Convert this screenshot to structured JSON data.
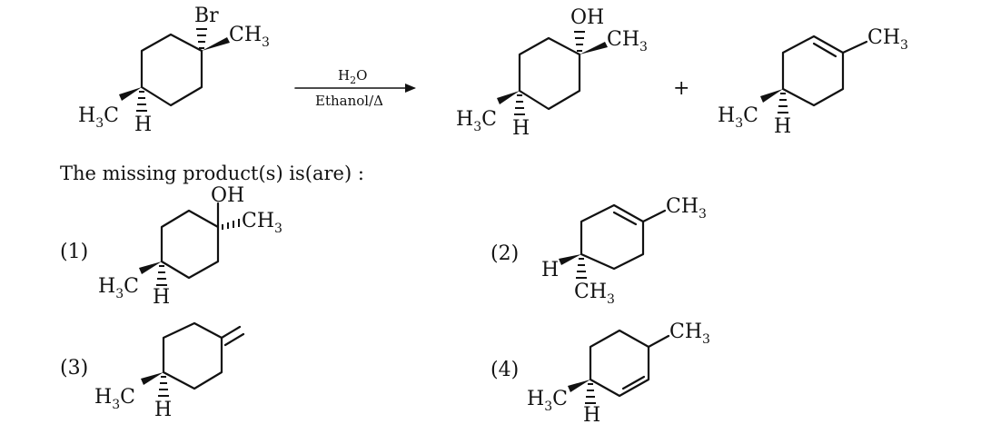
{
  "reaction": {
    "reactant_labels": {
      "top": "Br",
      "methyl": "CH",
      "methyl_sub": "3",
      "left_methyl_a": "H",
      "left_methyl_sub": "3",
      "left_methyl_b": "C",
      "hydrogen": "H"
    },
    "reagent_top": "H",
    "reagent_top_sub": "2",
    "reagent_top_end": "O",
    "reagent_bottom": "Ethanol/Δ",
    "plus": "+",
    "product1_labels": {
      "top": "OH",
      "methyl": "CH",
      "methyl_sub": "3",
      "left_methyl_a": "H",
      "left_methyl_sub": "3",
      "left_methyl_b": "C",
      "hydrogen": "H"
    },
    "product2_labels": {
      "methyl": "CH",
      "methyl_sub": "3",
      "left_methyl_a": "H",
      "left_methyl_sub": "3",
      "left_methyl_b": "C",
      "hydrogen": "H"
    }
  },
  "question": "The missing product(s) is(are) :",
  "options": [
    {
      "number": "(1)",
      "top": "OH",
      "methyl": "CH",
      "methyl_sub": "3",
      "left_methyl_a": "H",
      "left_methyl_sub": "3",
      "left_methyl_b": "C",
      "hydrogen": "H"
    },
    {
      "number": "(2)",
      "methyl": "CH",
      "methyl_sub": "3",
      "left_h": "H",
      "bottom_methyl": "CH",
      "bottom_methyl_sub": "3"
    },
    {
      "number": "(3)",
      "left_methyl_a": "H",
      "left_methyl_sub": "3",
      "left_methyl_b": "C",
      "hydrogen": "H"
    },
    {
      "number": "(4)",
      "methyl": "CH",
      "methyl_sub": "3",
      "left_methyl_a": "H",
      "left_methyl_sub": "3",
      "left_methyl_b": "C",
      "hydrogen": "H"
    }
  ]
}
